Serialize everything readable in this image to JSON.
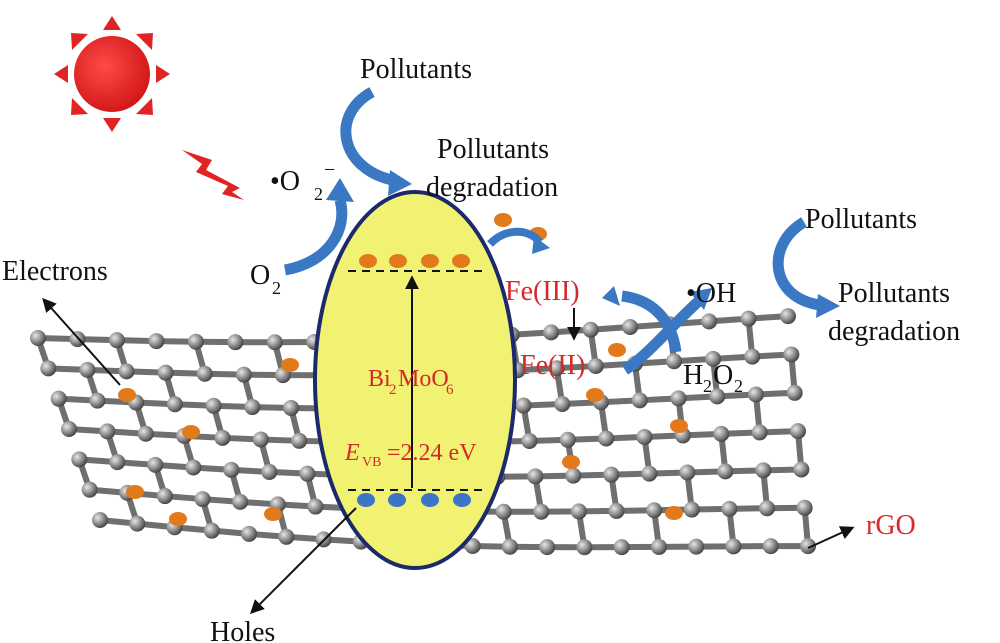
{
  "labels": {
    "pollutants_top": "Pollutants",
    "degradation_top_1": "Pollutants",
    "degradation_top_2": "degradation",
    "superoxide": "•O",
    "superoxide_sub": "2",
    "superoxide_sup": "−",
    "oxygen": "O",
    "oxygen_sub": "2",
    "electrons": "Electrons",
    "holes": "Holes",
    "fe3": "Fe(III)",
    "fe2": "Fe(II)",
    "hydroxyl": "•OH",
    "h2o2_h": "H",
    "h2o2_2a": "2",
    "h2o2_o": "O",
    "h2o2_2b": "2",
    "pollutants_right": "Pollutants",
    "degradation_right_1": "Pollutants",
    "degradation_right_2": "degradation",
    "rgo": "rGO",
    "catalyst_bi": "Bi",
    "catalyst_sub1": "2",
    "catalyst_mo": "MoO",
    "catalyst_sub2": "6",
    "evb_e": "E",
    "evb_sub": "VB",
    "evb_value": "=2.24 eV"
  },
  "colors": {
    "sun": "#e02424",
    "particle_ellipse": "#f1f272",
    "particle_outline": "#1c2a6b",
    "electron_dot": "#e27a1c",
    "hole_dot": "#3b76c6",
    "arrow_blue": "#3a78c4",
    "graphene": "#8a8a8a",
    "accent_red": "#d42a2a"
  },
  "icons": [
    "sun-icon",
    "lightning-icon"
  ]
}
